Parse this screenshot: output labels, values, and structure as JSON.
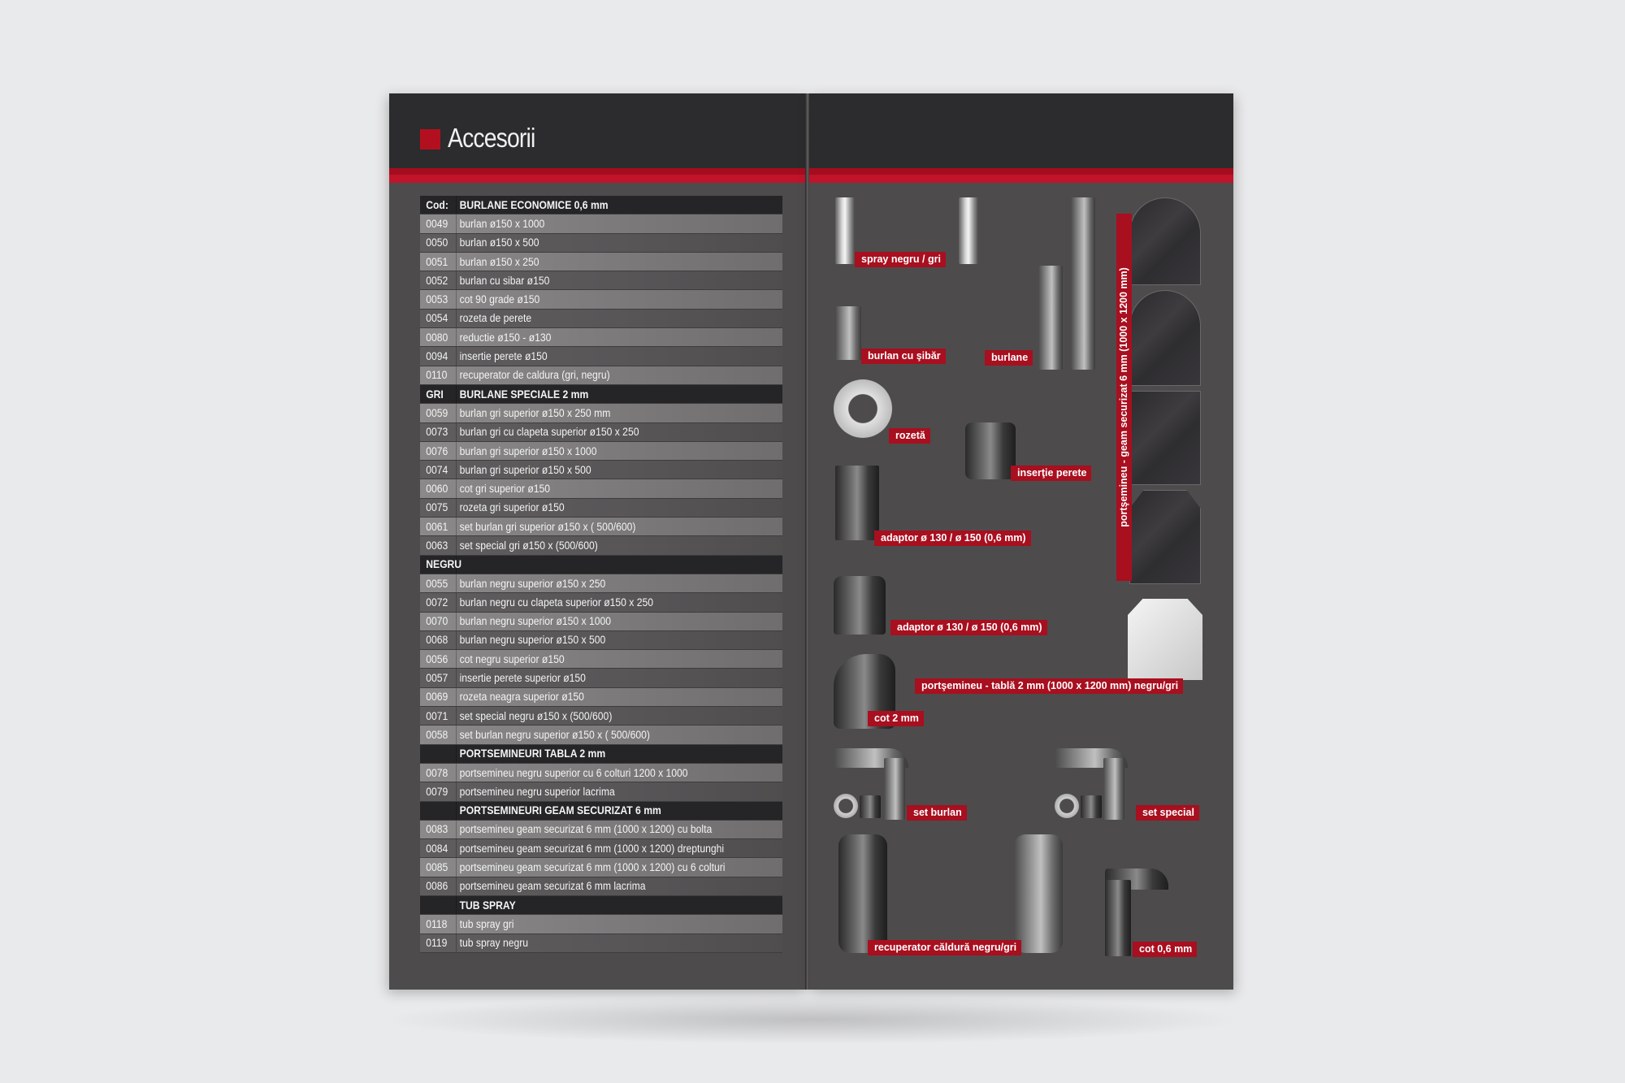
{
  "page_title": "Accesorii",
  "table": {
    "rows": [
      {
        "type": "hdr",
        "code": "Cod:",
        "desc": "BURLANE ECONOMICE 0,6 mm"
      },
      {
        "type": "a",
        "code": "0049",
        "desc": "burlan ø150 x 1000"
      },
      {
        "type": "b",
        "code": "0050",
        "desc": "burlan ø150 x 500"
      },
      {
        "type": "a",
        "code": "0051",
        "desc": "burlan ø150 x 250"
      },
      {
        "type": "b",
        "code": "0052",
        "desc": "burlan cu sibar ø150"
      },
      {
        "type": "a",
        "code": "0053",
        "desc": "cot 90 grade  ø150"
      },
      {
        "type": "b",
        "code": "0054",
        "desc": "rozeta de perete"
      },
      {
        "type": "a",
        "code": "0080",
        "desc": "reductie ø150 - ø130"
      },
      {
        "type": "b",
        "code": "0094",
        "desc": "insertie perete ø150"
      },
      {
        "type": "a",
        "code": "0110",
        "desc": "recuperator de caldura (gri, negru)"
      },
      {
        "type": "hdr",
        "code": "GRI",
        "desc": "BURLANE SPECIALE 2 mm"
      },
      {
        "type": "a",
        "code": "0059",
        "desc": "burlan gri superior ø150 x 250 mm"
      },
      {
        "type": "b",
        "code": "0073",
        "desc": "burlan gri cu clapeta superior ø150 x 250"
      },
      {
        "type": "a",
        "code": "0076",
        "desc": "burlan gri superior ø150 x 1000"
      },
      {
        "type": "b",
        "code": "0074",
        "desc": "burlan gri superior ø150 x 500"
      },
      {
        "type": "a",
        "code": "0060",
        "desc": "cot gri superior ø150"
      },
      {
        "type": "b",
        "code": "0075",
        "desc": "rozeta gri superior ø150"
      },
      {
        "type": "a",
        "code": "0061",
        "desc": "set burlan gri superior ø150 x ( 500/600)"
      },
      {
        "type": "b",
        "code": "0063",
        "desc": "set special gri ø150 x (500/600)"
      },
      {
        "type": "hdr",
        "code": "NEGRU",
        "desc": ""
      },
      {
        "type": "a",
        "code": "0055",
        "desc": "burlan negru superior ø150 x 250"
      },
      {
        "type": "b",
        "code": "0072",
        "desc": "burlan negru cu clapeta superior ø150 x 250"
      },
      {
        "type": "a",
        "code": "0070",
        "desc": "burlan negru superior ø150 x 1000"
      },
      {
        "type": "b",
        "code": "0068",
        "desc": "burlan negru superior ø150 x 500"
      },
      {
        "type": "a",
        "code": "0056",
        "desc": "cot negru superior ø150"
      },
      {
        "type": "b",
        "code": "0057",
        "desc": "insertie perete superior ø150"
      },
      {
        "type": "a",
        "code": "0069",
        "desc": "rozeta neagra superior ø150"
      },
      {
        "type": "b",
        "code": "0071",
        "desc": "set special negru ø150 x (500/600)"
      },
      {
        "type": "a",
        "code": "0058",
        "desc": "set burlan negru superior ø150 x ( 500/600)"
      },
      {
        "type": "hdr",
        "code": "",
        "desc": "PORTSEMINEURI TABLA 2 mm"
      },
      {
        "type": "a",
        "code": "0078",
        "desc": "portsemineu negru superior cu 6 colturi 1200 x 1000"
      },
      {
        "type": "b",
        "code": "0079",
        "desc": "portsemineu negru superior lacrima"
      },
      {
        "type": "hdr",
        "code": "",
        "desc": "PORTSEMINEURI GEAM SECURIZAT 6 mm"
      },
      {
        "type": "a",
        "code": "0083",
        "desc": "portsemineu geam securizat 6 mm (1000 x 1200) cu bolta"
      },
      {
        "type": "b",
        "code": "0084",
        "desc": "portsemineu geam securizat 6 mm (1000 x 1200) dreptunghi"
      },
      {
        "type": "a",
        "code": "0085",
        "desc": "portsemineu geam securizat 6 mm (1000 x 1200) cu 6 colturi"
      },
      {
        "type": "b",
        "code": "0086",
        "desc": "portsemineu geam securizat 6 mm lacrima"
      },
      {
        "type": "hdr",
        "code": "",
        "desc": "TUB SPRAY"
      },
      {
        "type": "a",
        "code": "0118",
        "desc": "tub spray gri"
      },
      {
        "type": "b",
        "code": "0119",
        "desc": "tub spray negru"
      }
    ]
  },
  "labels": {
    "spray": "spray negru / gri",
    "burlan_sibar": "burlan cu şibăr",
    "burlane": "burlane",
    "rozeta": "rozetă",
    "insertie": "inserţie perete",
    "adaptor1": "adaptor ø 130 / ø 150 (0,6 mm)",
    "adaptor2": "adaptor ø 130 / ø 150 (0,6 mm)",
    "portsemineu_tabla": "portşemineu - tablă 2 mm (1000 x 1200 mm) negru/gri",
    "cot2": "cot 2 mm",
    "set_burlan": "set burlan",
    "set_special": "set special",
    "recuperator": "recuperator căldură negru/gri",
    "cot06": "cot 0,6 mm",
    "portsemineu_geam": "portşemineu - geam securizat 6 mm (1000 x 1200 mm)"
  },
  "colors": {
    "accent_red": "#a80f1f",
    "page_bg": "#4e4b4c",
    "header_bg": "#2c2b2d"
  }
}
